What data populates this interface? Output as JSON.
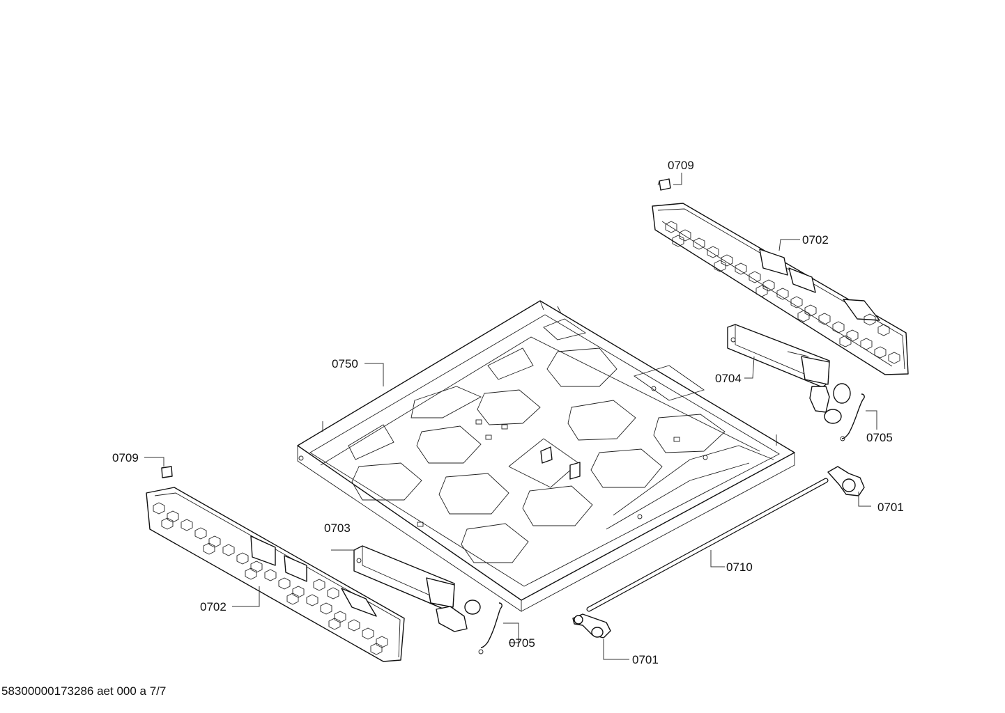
{
  "diagram": {
    "labels": {
      "l0709_top": "0709",
      "l0702_top": "0702",
      "l0750": "0750",
      "l0704": "0704",
      "l0705_right": "0705",
      "l0709_left": "0709",
      "l0701_right": "0701",
      "l0703": "0703",
      "l0710": "0710",
      "l0702_bottom": "0702",
      "l0705_bottom": "0705",
      "l0701_bottom": "0701"
    },
    "footer": "58300000173286 aet 000 a 7/7"
  }
}
